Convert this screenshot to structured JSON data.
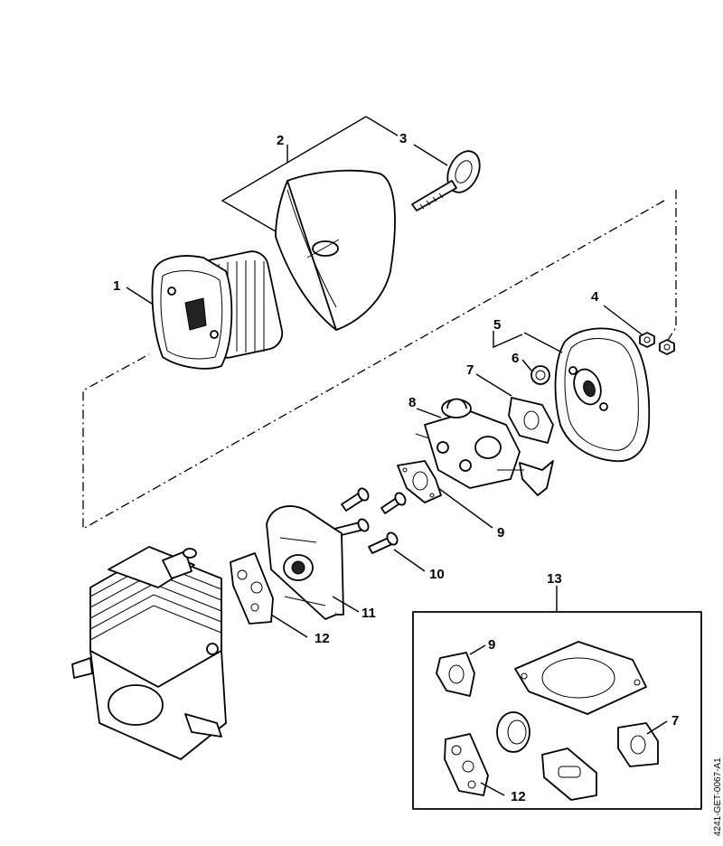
{
  "callouts": {
    "c1": "1",
    "c2": "2",
    "c3": "3",
    "c4": "4",
    "c5": "5",
    "c6": "6",
    "c7": "7",
    "c8": "8",
    "c9": "9",
    "c10": "10",
    "c11": "11",
    "c12": "12",
    "c13": "13",
    "kit_c7": "7",
    "kit_c9": "9",
    "kit_c12": "12"
  },
  "reference_code": "4241-GET-0067-A1"
}
